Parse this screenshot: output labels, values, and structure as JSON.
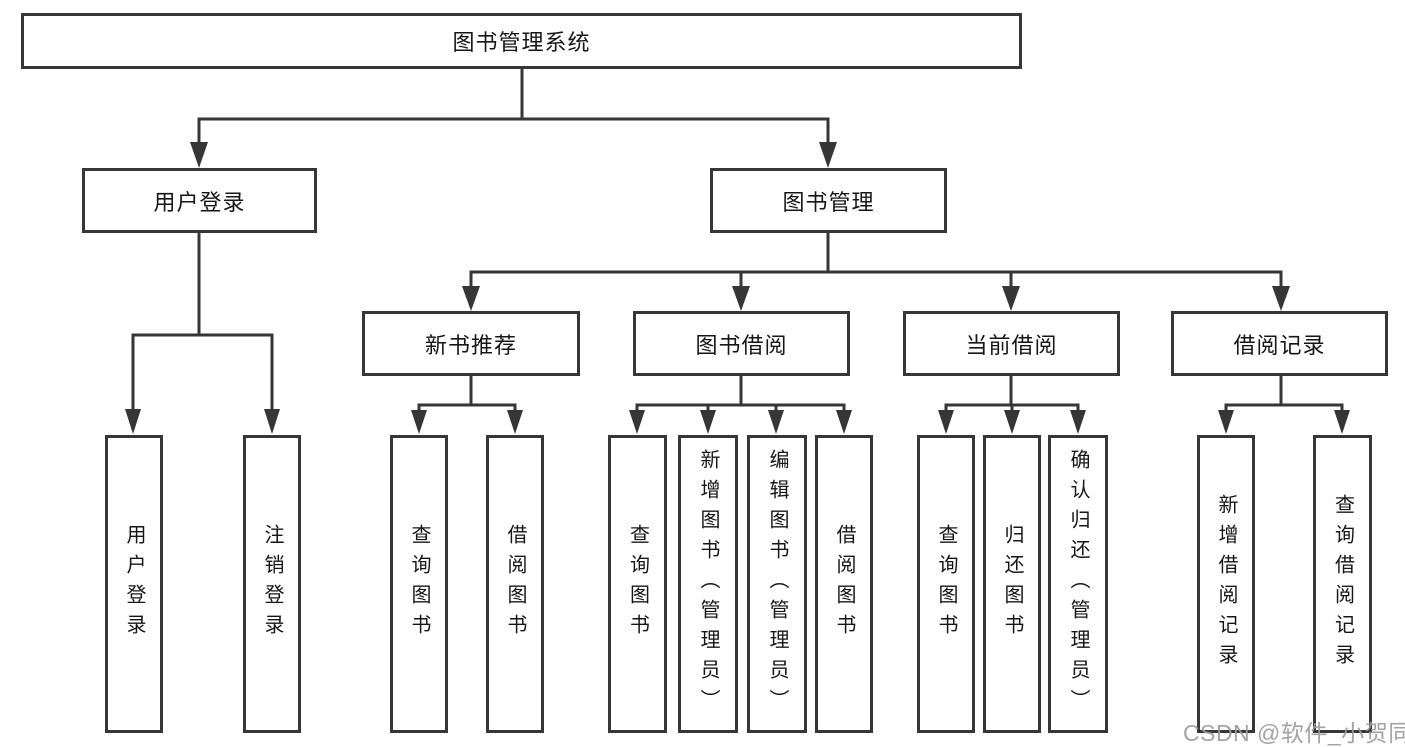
{
  "diagram": {
    "title": "图书管理系统",
    "root": {
      "label": "图书管理系统"
    },
    "branches": [
      {
        "label": "用户登录",
        "children": [
          {
            "label": "用户登录"
          },
          {
            "label": "注销登录"
          }
        ]
      },
      {
        "label": "图书管理",
        "children": [
          {
            "label": "新书推荐",
            "children": [
              {
                "label": "查询图书"
              },
              {
                "label": "借阅图书"
              }
            ]
          },
          {
            "label": "图书借阅",
            "children": [
              {
                "label": "查询图书"
              },
              {
                "label": "新增图书（管理员）"
              },
              {
                "label": "编辑图书（管理员）"
              },
              {
                "label": "借阅图书"
              }
            ]
          },
          {
            "label": "当前借阅",
            "children": [
              {
                "label": "查询图书"
              },
              {
                "label": "归还图书"
              },
              {
                "label": "确认归还（管理员）"
              }
            ]
          },
          {
            "label": "借阅记录",
            "children": [
              {
                "label": "新增借阅记录"
              },
              {
                "label": "查询借阅记录"
              }
            ]
          }
        ]
      }
    ]
  },
  "watermark": "CSDN @软件_小贺同学",
  "colors": {
    "line": "#363636",
    "box_border": "#363636",
    "text": "#161616",
    "watermark": "#9b9b9b",
    "background": "#ffffff"
  }
}
